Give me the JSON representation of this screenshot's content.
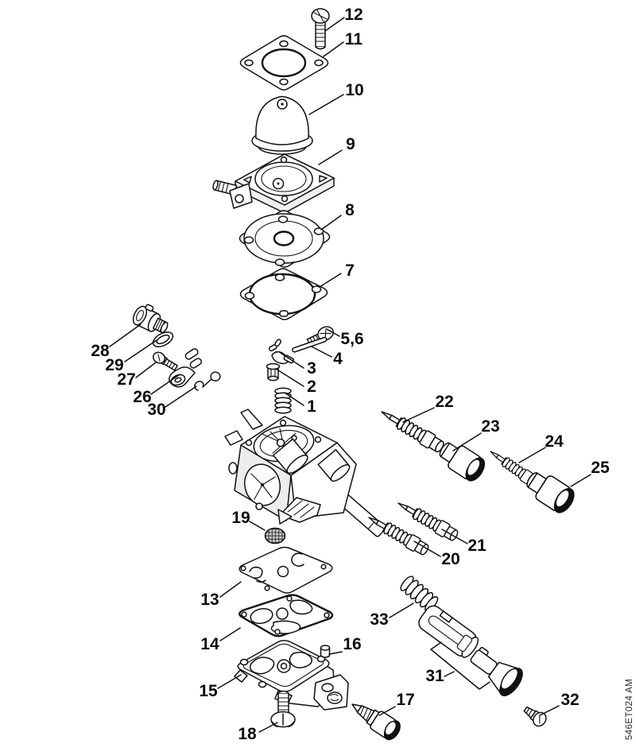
{
  "figure": {
    "code": "546ET024 AM"
  },
  "callouts": {
    "c1": "1",
    "c2": "2",
    "c3": "3",
    "c4": "4",
    "c5_6": "5,6",
    "c7": "7",
    "c8": "8",
    "c9": "9",
    "c10": "10",
    "c11": "11",
    "c12": "12",
    "c13": "13",
    "c14": "14",
    "c15": "15",
    "c16": "16",
    "c17": "17",
    "c18": "18",
    "c19": "19",
    "c20": "20",
    "c21": "21",
    "c22": "22",
    "c23": "23",
    "c24": "24",
    "c25": "25",
    "c26": "26",
    "c27": "27",
    "c28": "28",
    "c29": "29",
    "c30": "30",
    "c31": "31",
    "c32": "32",
    "c33": "33"
  }
}
